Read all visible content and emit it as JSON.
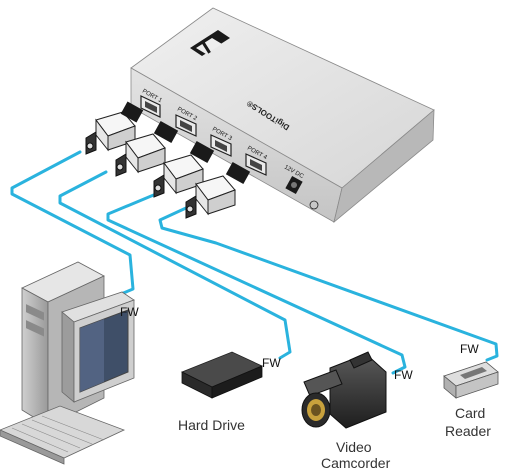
{
  "hub": {
    "brand": "DigiTOOLS®",
    "ports": [
      "PORT 1",
      "PORT 2",
      "PORT 3",
      "PORT 4"
    ],
    "dc_label": "12V DC"
  },
  "connection_labels": [
    "FW",
    "FW",
    "FW",
    "FW"
  ],
  "devices": {
    "hard_drive": "Hard Drive",
    "camcorder_line1": "Video",
    "camcorder_line2": "Camcorder",
    "card_reader_line1": "Card",
    "card_reader_line2": "Reader"
  },
  "colors": {
    "cable": "#2ab3de",
    "hub_top": "#e2e2e2",
    "hub_front": "#d2d2d2"
  },
  "icons": [
    "kramer-logo-icon",
    "firewire-connector-icon",
    "computer-icon",
    "hard-drive-icon",
    "camcorder-icon",
    "card-reader-icon"
  ]
}
